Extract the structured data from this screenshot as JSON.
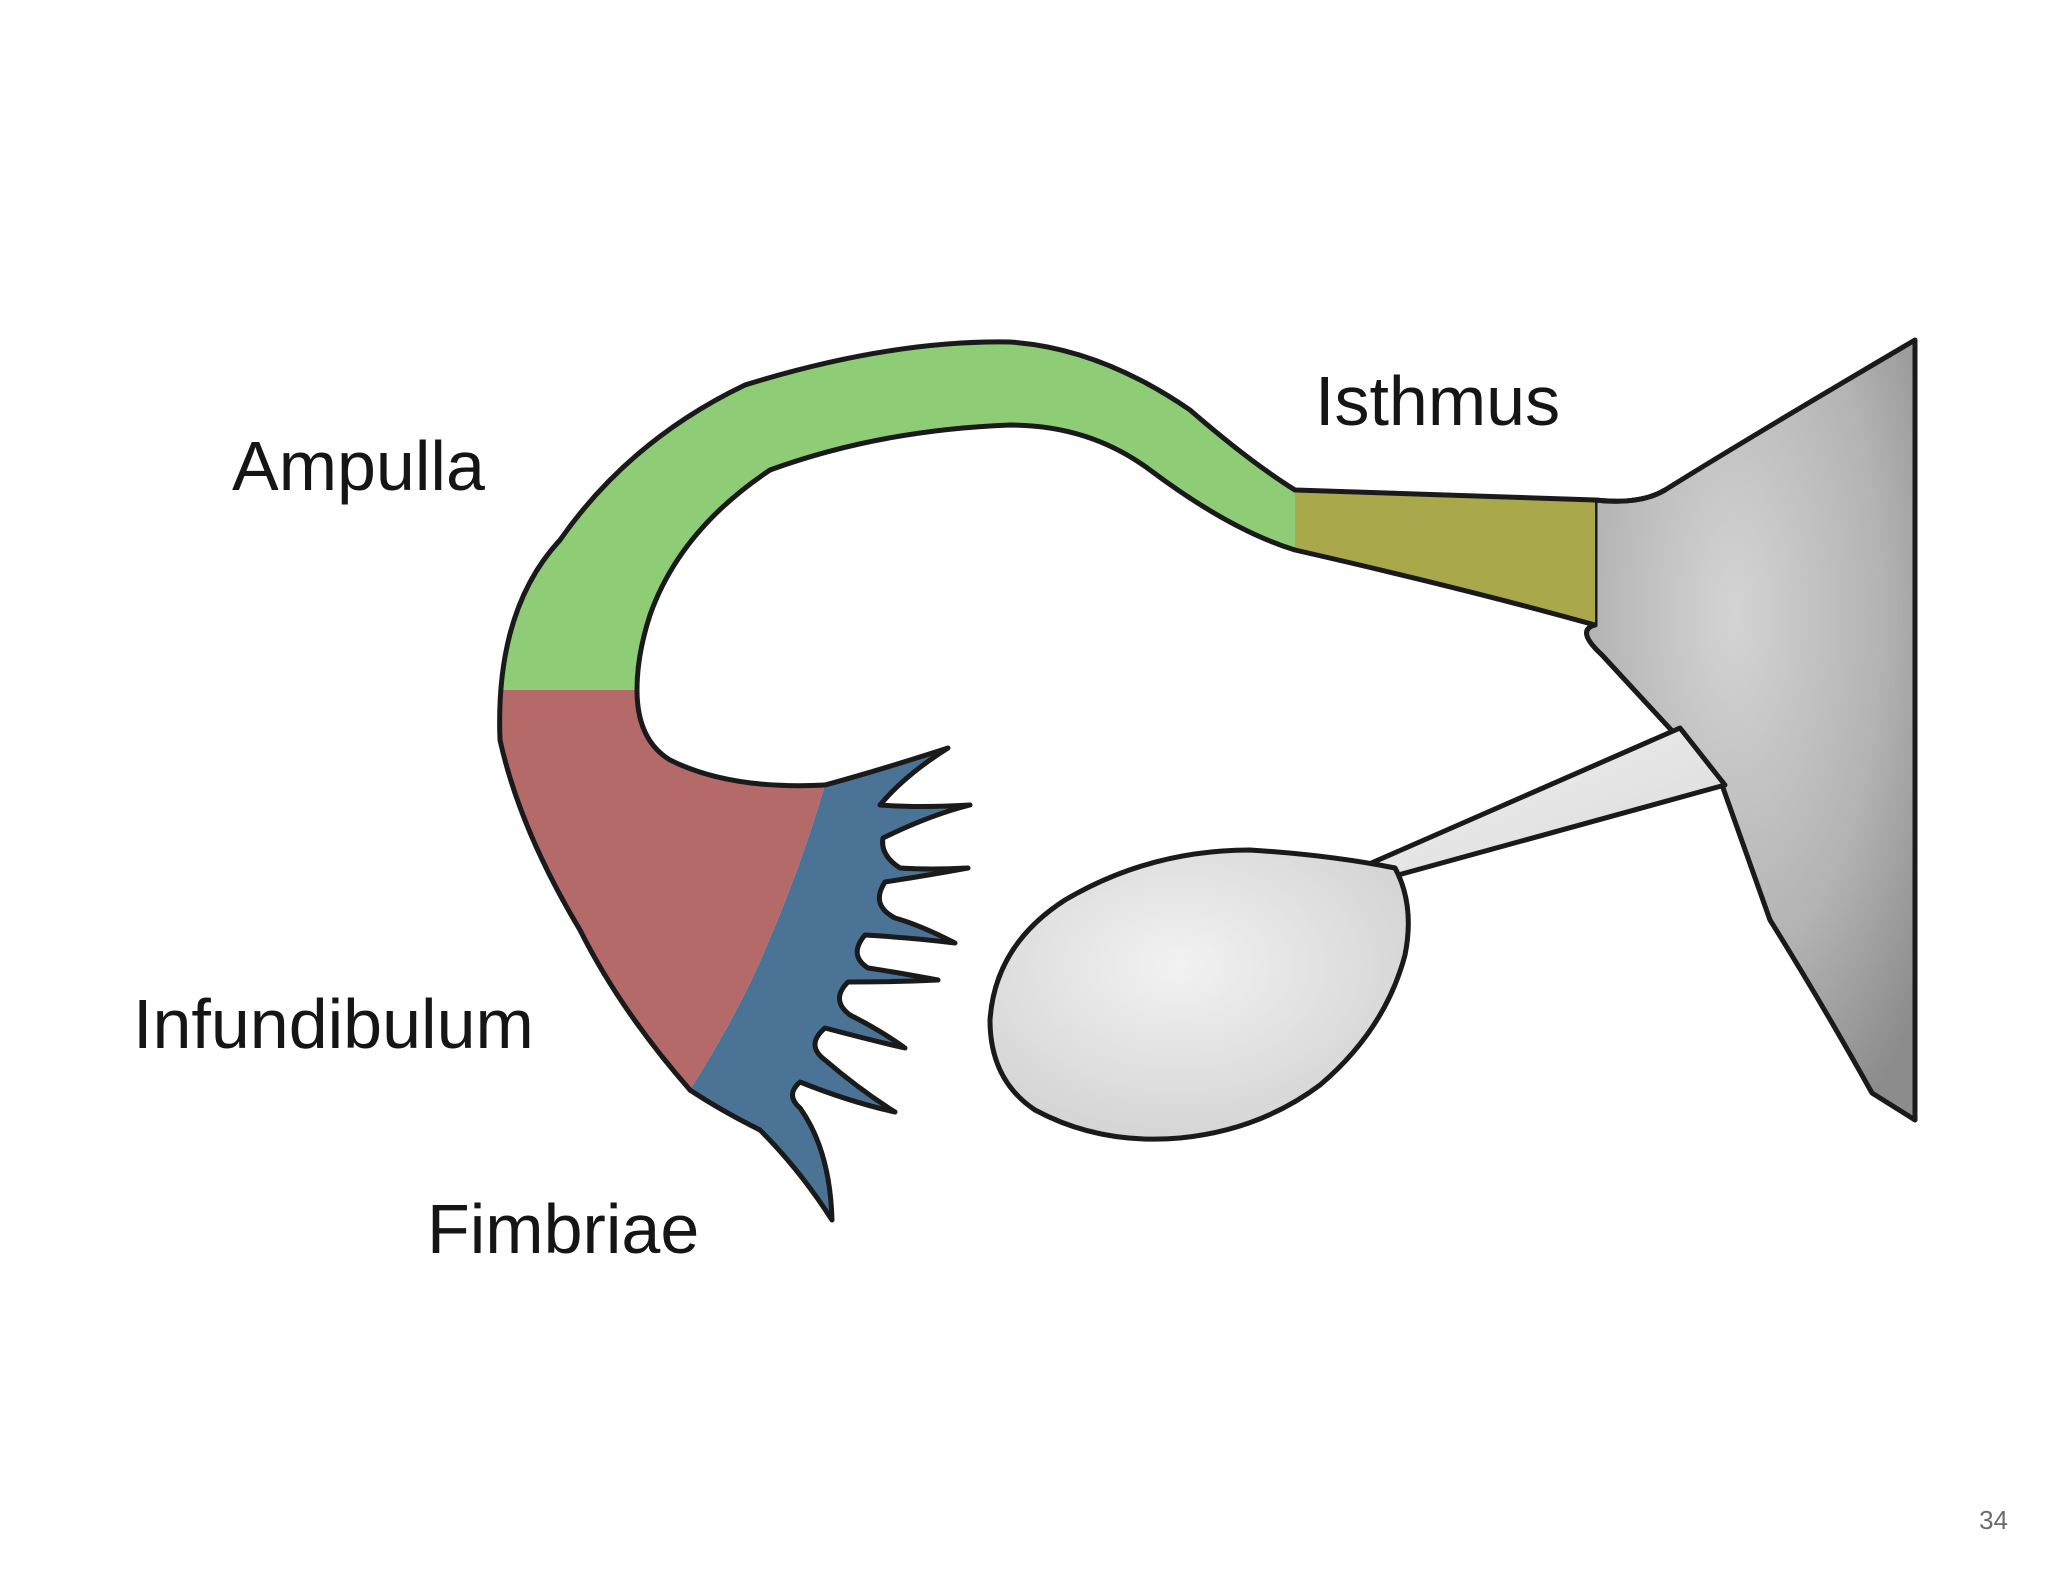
{
  "diagram": {
    "labels": {
      "ampulla": "Ampulla",
      "isthmus": "Isthmus",
      "infundibulum": "Infundibulum",
      "fimbriae": "Fimbriae"
    },
    "colors": {
      "ampulla": "#8fcc76",
      "isthmus": "#a9a84a",
      "infundibulum": "#b56a6a",
      "fimbriae": "#4a7396",
      "uterus": "#a9a9a9",
      "ovary": "#e3e3e3",
      "outline": "#1a1a1a"
    }
  },
  "page": {
    "number": "34"
  }
}
